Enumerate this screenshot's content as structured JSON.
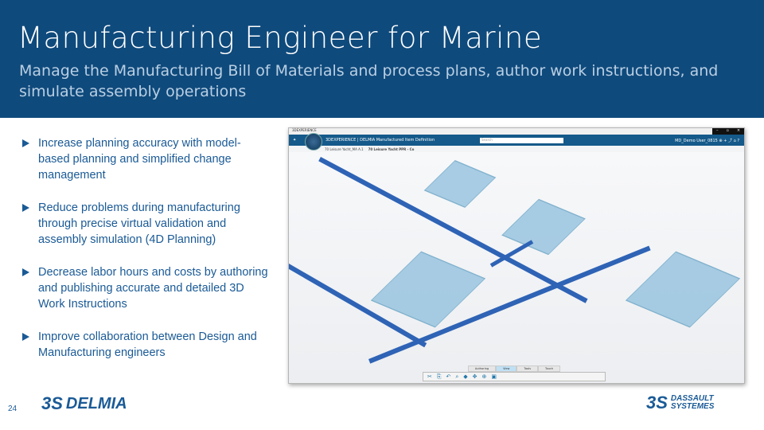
{
  "slide": {
    "title": "Manufacturing Engineer for Marine",
    "subtitle": "Manage the Manufacturing Bill of Materials and process plans, author work instructions, and simulate assembly operations",
    "page_number": "24"
  },
  "bullets": [
    "Increase planning accuracy with model-based planning and simplified change management",
    "Reduce problems during manufacturing through precise virtual validation and assembly simulation (4D Planning)",
    "Decrease labor hours and costs by authoring and publishing accurate and detailed 3D Work Instructions",
    "Improve collaboration between Design and Manufacturing engineers"
  ],
  "logos": {
    "delmia": "DELMIA",
    "dassault_line1": "DASSAULT",
    "dassault_line2": "SYSTEMES"
  },
  "app": {
    "window_title": "3DEXPERIENCE",
    "app_title": "3DEXPERIENCE | DELMIA Manufactured Item Definition",
    "search_placeholder": "Search",
    "user": "MD_Demo User_0815",
    "doc_tabs": [
      "70 Leisure Yacht_MA A.1",
      "70 Leisure Yacht PPR - Co"
    ],
    "ribbon_tabs": [
      "Authoring",
      "View",
      "Tools",
      "Touch"
    ]
  },
  "colors": {
    "header": "#0f4a7c",
    "accent": "#1a5a96"
  }
}
